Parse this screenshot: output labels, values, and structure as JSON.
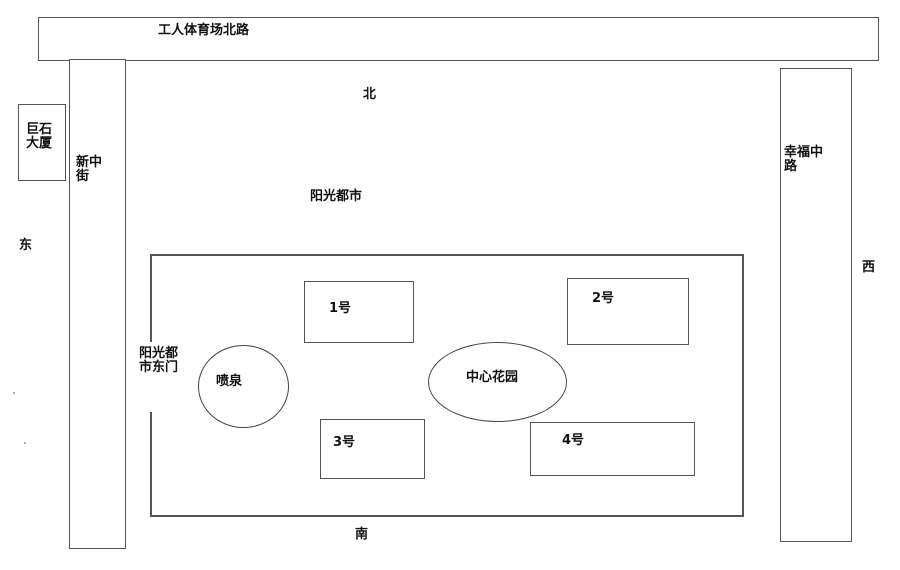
{
  "roads": {
    "north_road": "工人体育场北路",
    "east_street": "新中街",
    "west_road": "幸福中路"
  },
  "landmarks": {
    "building": "巨石大厦",
    "complex": "阳光都市",
    "east_gate": "阳光都市东门",
    "fountain": "喷泉",
    "central_garden": "中心花园",
    "buildings": [
      "1号",
      "2号",
      "3号",
      "4号"
    ]
  },
  "directions": {
    "north": "北",
    "south": "南",
    "east": "东",
    "west": "西"
  }
}
